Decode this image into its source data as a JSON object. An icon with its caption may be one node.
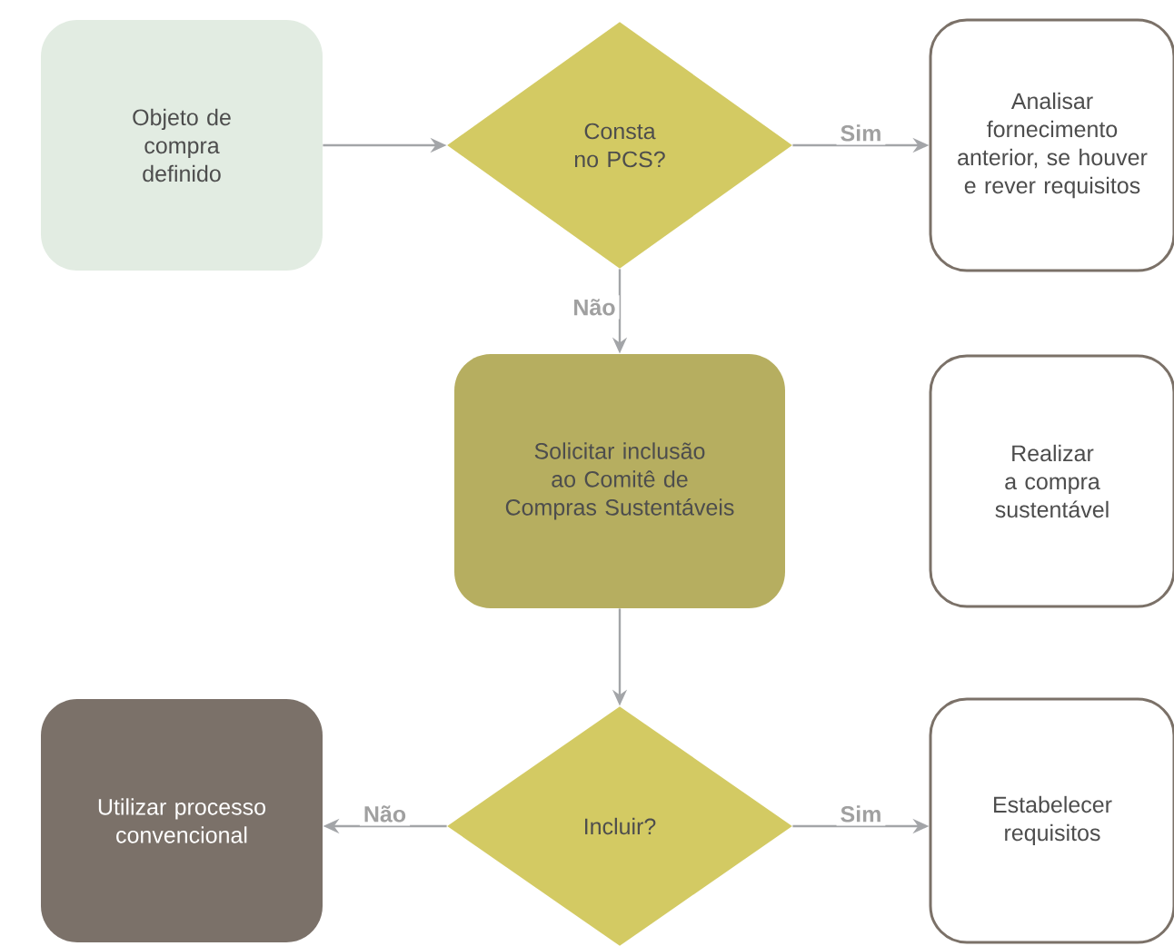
{
  "diagram": {
    "nodes": [
      {
        "text": [
          "Objeto de compra definido"
        ]
      },
      {
        "text": [
          "Consta no PCS?"
        ]
      },
      {
        "text": [
          "Analisar fornecimento anterior, se houver e rever requisitos"
        ]
      },
      {
        "text": [
          "Solicitar inclusão ao Comitê de Compras Sustentáveis"
        ]
      },
      {
        "text": [
          "Realizar a compra sustentável"
        ]
      },
      {
        "text": [
          "Incluir?"
        ]
      },
      {
        "text": [
          "Utilizar processo convencional"
        ]
      },
      {
        "text": [
          "Estabelecer requisitos"
        ]
      }
    ],
    "edges": [
      {
        "from": 0,
        "to": 1,
        "arrow": "to"
      },
      {
        "from": 1,
        "to": 2,
        "arrow": "to",
        "label": "Sim"
      },
      {
        "from": 1,
        "to": 3,
        "arrow": "to",
        "label": "Não"
      },
      {
        "from": 3,
        "to": 5,
        "arrow": "to"
      },
      {
        "from": 5,
        "to": 6,
        "arrow": "to",
        "label": "Não"
      },
      {
        "from": 5,
        "to": 7,
        "arrow": "to",
        "label": "Sim"
      }
    ]
  }
}
